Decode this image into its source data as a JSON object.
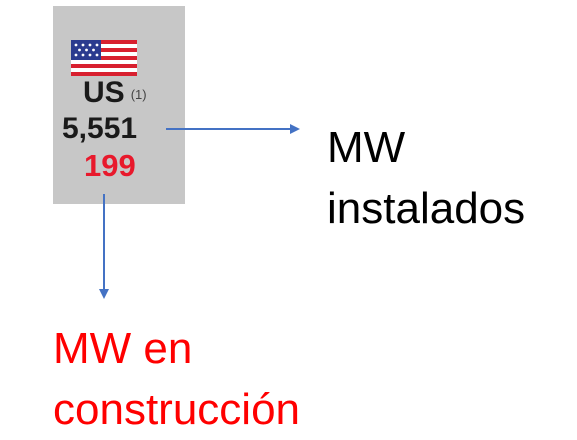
{
  "tile": {
    "country": "US",
    "footnote": "(1)",
    "installed_mw": "5,551",
    "construction_mw": "199",
    "flag_icon": "us-flag-icon"
  },
  "callouts": {
    "installed_label_lines": [
      "MW",
      "instalados"
    ],
    "construction_label_lines": [
      "MW en",
      "construcción"
    ]
  },
  "colors": {
    "tile_background": "#c7c7c7",
    "construction_value": "#e8192c",
    "construction_label": "#ff0000",
    "arrow": "#4472c4",
    "installed_label": "#000000"
  }
}
